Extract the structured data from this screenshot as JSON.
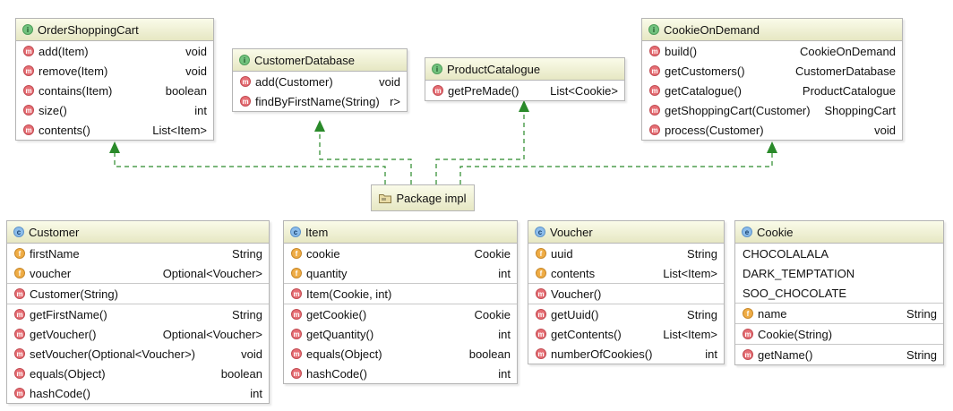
{
  "package": {
    "label": "Package impl",
    "icon": "folder-icon"
  },
  "colors": {
    "link": "#2a8a2a",
    "header_top": "#fafbe9",
    "header_bottom": "#e6e7c3"
  },
  "interfaces": [
    {
      "id": "order-shopping-cart",
      "badge": "I",
      "title": "OrderShoppingCart",
      "methods": [
        {
          "name": "add(Item)",
          "type": "void"
        },
        {
          "name": "remove(Item)",
          "type": "void"
        },
        {
          "name": "contains(Item)",
          "type": "boolean"
        },
        {
          "name": "size()",
          "type": "int"
        },
        {
          "name": "contents()",
          "type": "List<Item>"
        }
      ]
    },
    {
      "id": "customer-database",
      "badge": "I",
      "title": "CustomerDatabase",
      "methods": [
        {
          "name": "add(Customer)",
          "type": "void"
        },
        {
          "name": "findByFirstName(String)",
          "type": "r>"
        }
      ]
    },
    {
      "id": "product-catalogue",
      "badge": "I",
      "title": "ProductCatalogue",
      "methods": [
        {
          "name": "getPreMade()",
          "type": "List<Cookie>"
        }
      ]
    },
    {
      "id": "cookie-on-demand",
      "badge": "I",
      "title": "CookieOnDemand",
      "methods": [
        {
          "name": "build()",
          "type": "CookieOnDemand"
        },
        {
          "name": "getCustomers()",
          "type": "CustomerDatabase"
        },
        {
          "name": "getCatalogue()",
          "type": "ProductCatalogue"
        },
        {
          "name": "getShoppingCart(Customer)",
          "type": "ShoppingCart"
        },
        {
          "name": "process(Customer)",
          "type": "void"
        }
      ]
    }
  ],
  "classes": [
    {
      "id": "customer",
      "badge": "C",
      "title": "Customer",
      "fields": [
        {
          "name": "firstName",
          "type": "String"
        },
        {
          "name": "voucher",
          "type": "Optional<Voucher>"
        }
      ],
      "constructors": [
        {
          "name": "Customer(String)",
          "type": ""
        }
      ],
      "methods": [
        {
          "name": "getFirstName()",
          "type": "String"
        },
        {
          "name": "getVoucher()",
          "type": "Optional<Voucher>"
        },
        {
          "name": "setVoucher(Optional<Voucher>)",
          "type": "void"
        },
        {
          "name": "equals(Object)",
          "type": "boolean"
        },
        {
          "name": "hashCode()",
          "type": "int"
        }
      ]
    },
    {
      "id": "item",
      "badge": "C",
      "title": "Item",
      "fields": [
        {
          "name": "cookie",
          "type": "Cookie"
        },
        {
          "name": "quantity",
          "type": "int"
        }
      ],
      "constructors": [
        {
          "name": "Item(Cookie, int)",
          "type": ""
        }
      ],
      "methods": [
        {
          "name": "getCookie()",
          "type": "Cookie"
        },
        {
          "name": "getQuantity()",
          "type": "int"
        },
        {
          "name": "equals(Object)",
          "type": "boolean"
        },
        {
          "name": "hashCode()",
          "type": "int"
        }
      ]
    },
    {
      "id": "voucher",
      "badge": "C",
      "title": "Voucher",
      "fields": [
        {
          "name": "uuid",
          "type": "String"
        },
        {
          "name": "contents",
          "type": "List<Item>"
        }
      ],
      "constructors": [
        {
          "name": "Voucher()",
          "type": ""
        }
      ],
      "methods": [
        {
          "name": "getUuid()",
          "type": "String"
        },
        {
          "name": "getContents()",
          "type": "List<Item>"
        },
        {
          "name": "numberOfCookies()",
          "type": "int"
        }
      ]
    },
    {
      "id": "cookie",
      "badge": "E",
      "title": "Cookie",
      "constants": [
        "CHOCOLALALA",
        "DARK_TEMPTATION",
        "SOO_CHOCOLATE"
      ],
      "fields": [
        {
          "name": "name",
          "type": "String"
        }
      ],
      "constructors": [
        {
          "name": "Cookie(String)",
          "type": ""
        }
      ],
      "methods": [
        {
          "name": "getName()",
          "type": "String"
        }
      ]
    }
  ]
}
